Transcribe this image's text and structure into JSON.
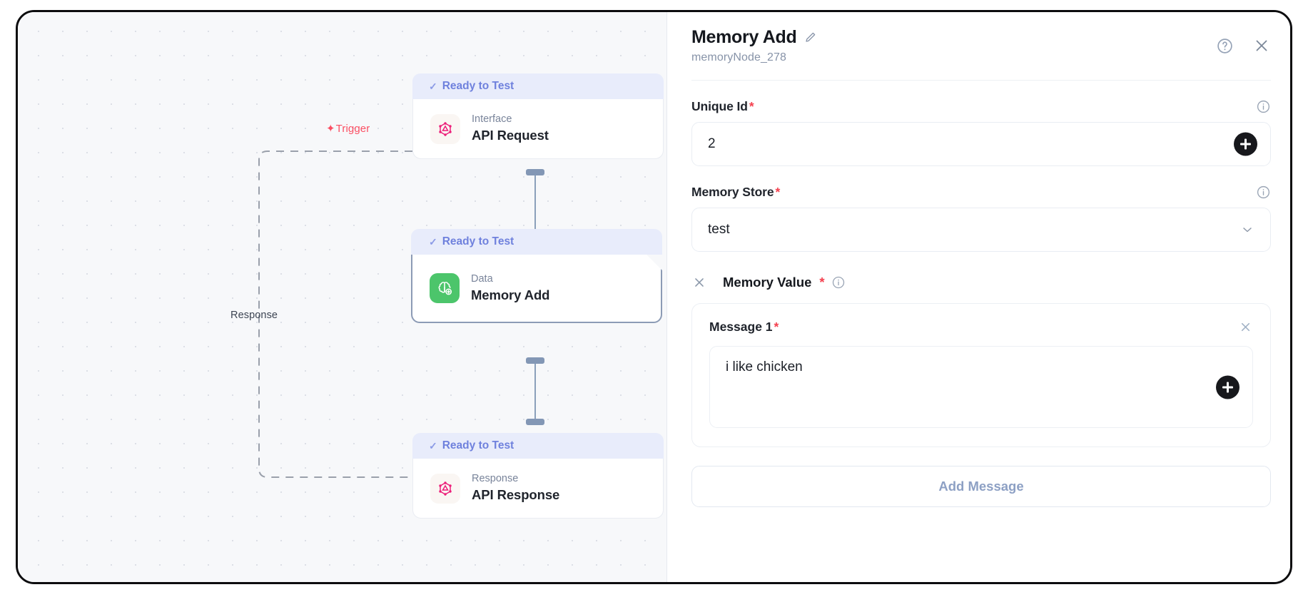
{
  "canvas": {
    "edges": [
      {
        "name": "trigger",
        "label": "Trigger",
        "icon": "spark-icon",
        "color": "#fb4f63"
      },
      {
        "name": "response",
        "label": "Response",
        "color": "#3c4452"
      }
    ],
    "nodes": [
      {
        "id": "api-request",
        "status": "Ready to Test",
        "category": "Interface",
        "title": "API Request",
        "icon": "graphql-icon",
        "selected": false
      },
      {
        "id": "memory-add",
        "status": "Ready to Test",
        "category": "Data",
        "title": "Memory Add",
        "icon": "brain-plus-icon",
        "selected": true
      },
      {
        "id": "api-response",
        "status": "Ready to Test",
        "category": "Response",
        "title": "API Response",
        "icon": "graphql-icon",
        "selected": false
      }
    ]
  },
  "panel": {
    "title": "Memory Add",
    "subtitle": "memoryNode_278",
    "edit_icon": "pencil-icon",
    "help_icon": "question-circle-icon",
    "close_icon": "close-icon",
    "fields": {
      "unique_id": {
        "label": "Unique Id",
        "required": "*",
        "value": "2",
        "info_icon": "info-icon",
        "add_icon": "plus-icon"
      },
      "memory_store": {
        "label": "Memory Store",
        "required": "*",
        "value": "test",
        "info_icon": "info-icon",
        "chevron_icon": "chevron-down-icon"
      },
      "memory_value": {
        "label": "Memory Value",
        "required": "*",
        "remove_icon": "close-icon",
        "info_icon": "info-icon",
        "messages": [
          {
            "label": "Message 1",
            "required": "*",
            "value": "i like chicken",
            "remove_icon": "close-icon",
            "add_icon": "plus-icon"
          }
        ],
        "add_message_label": "Add Message"
      }
    }
  },
  "colors": {
    "accent_blue": "#6f81dd",
    "status_bg": "#e8ecfb",
    "required_red": "#f4414f",
    "trigger_red": "#fb4f63",
    "memory_green": "#4cc56b",
    "graphql_pink": "#ec1e79"
  }
}
